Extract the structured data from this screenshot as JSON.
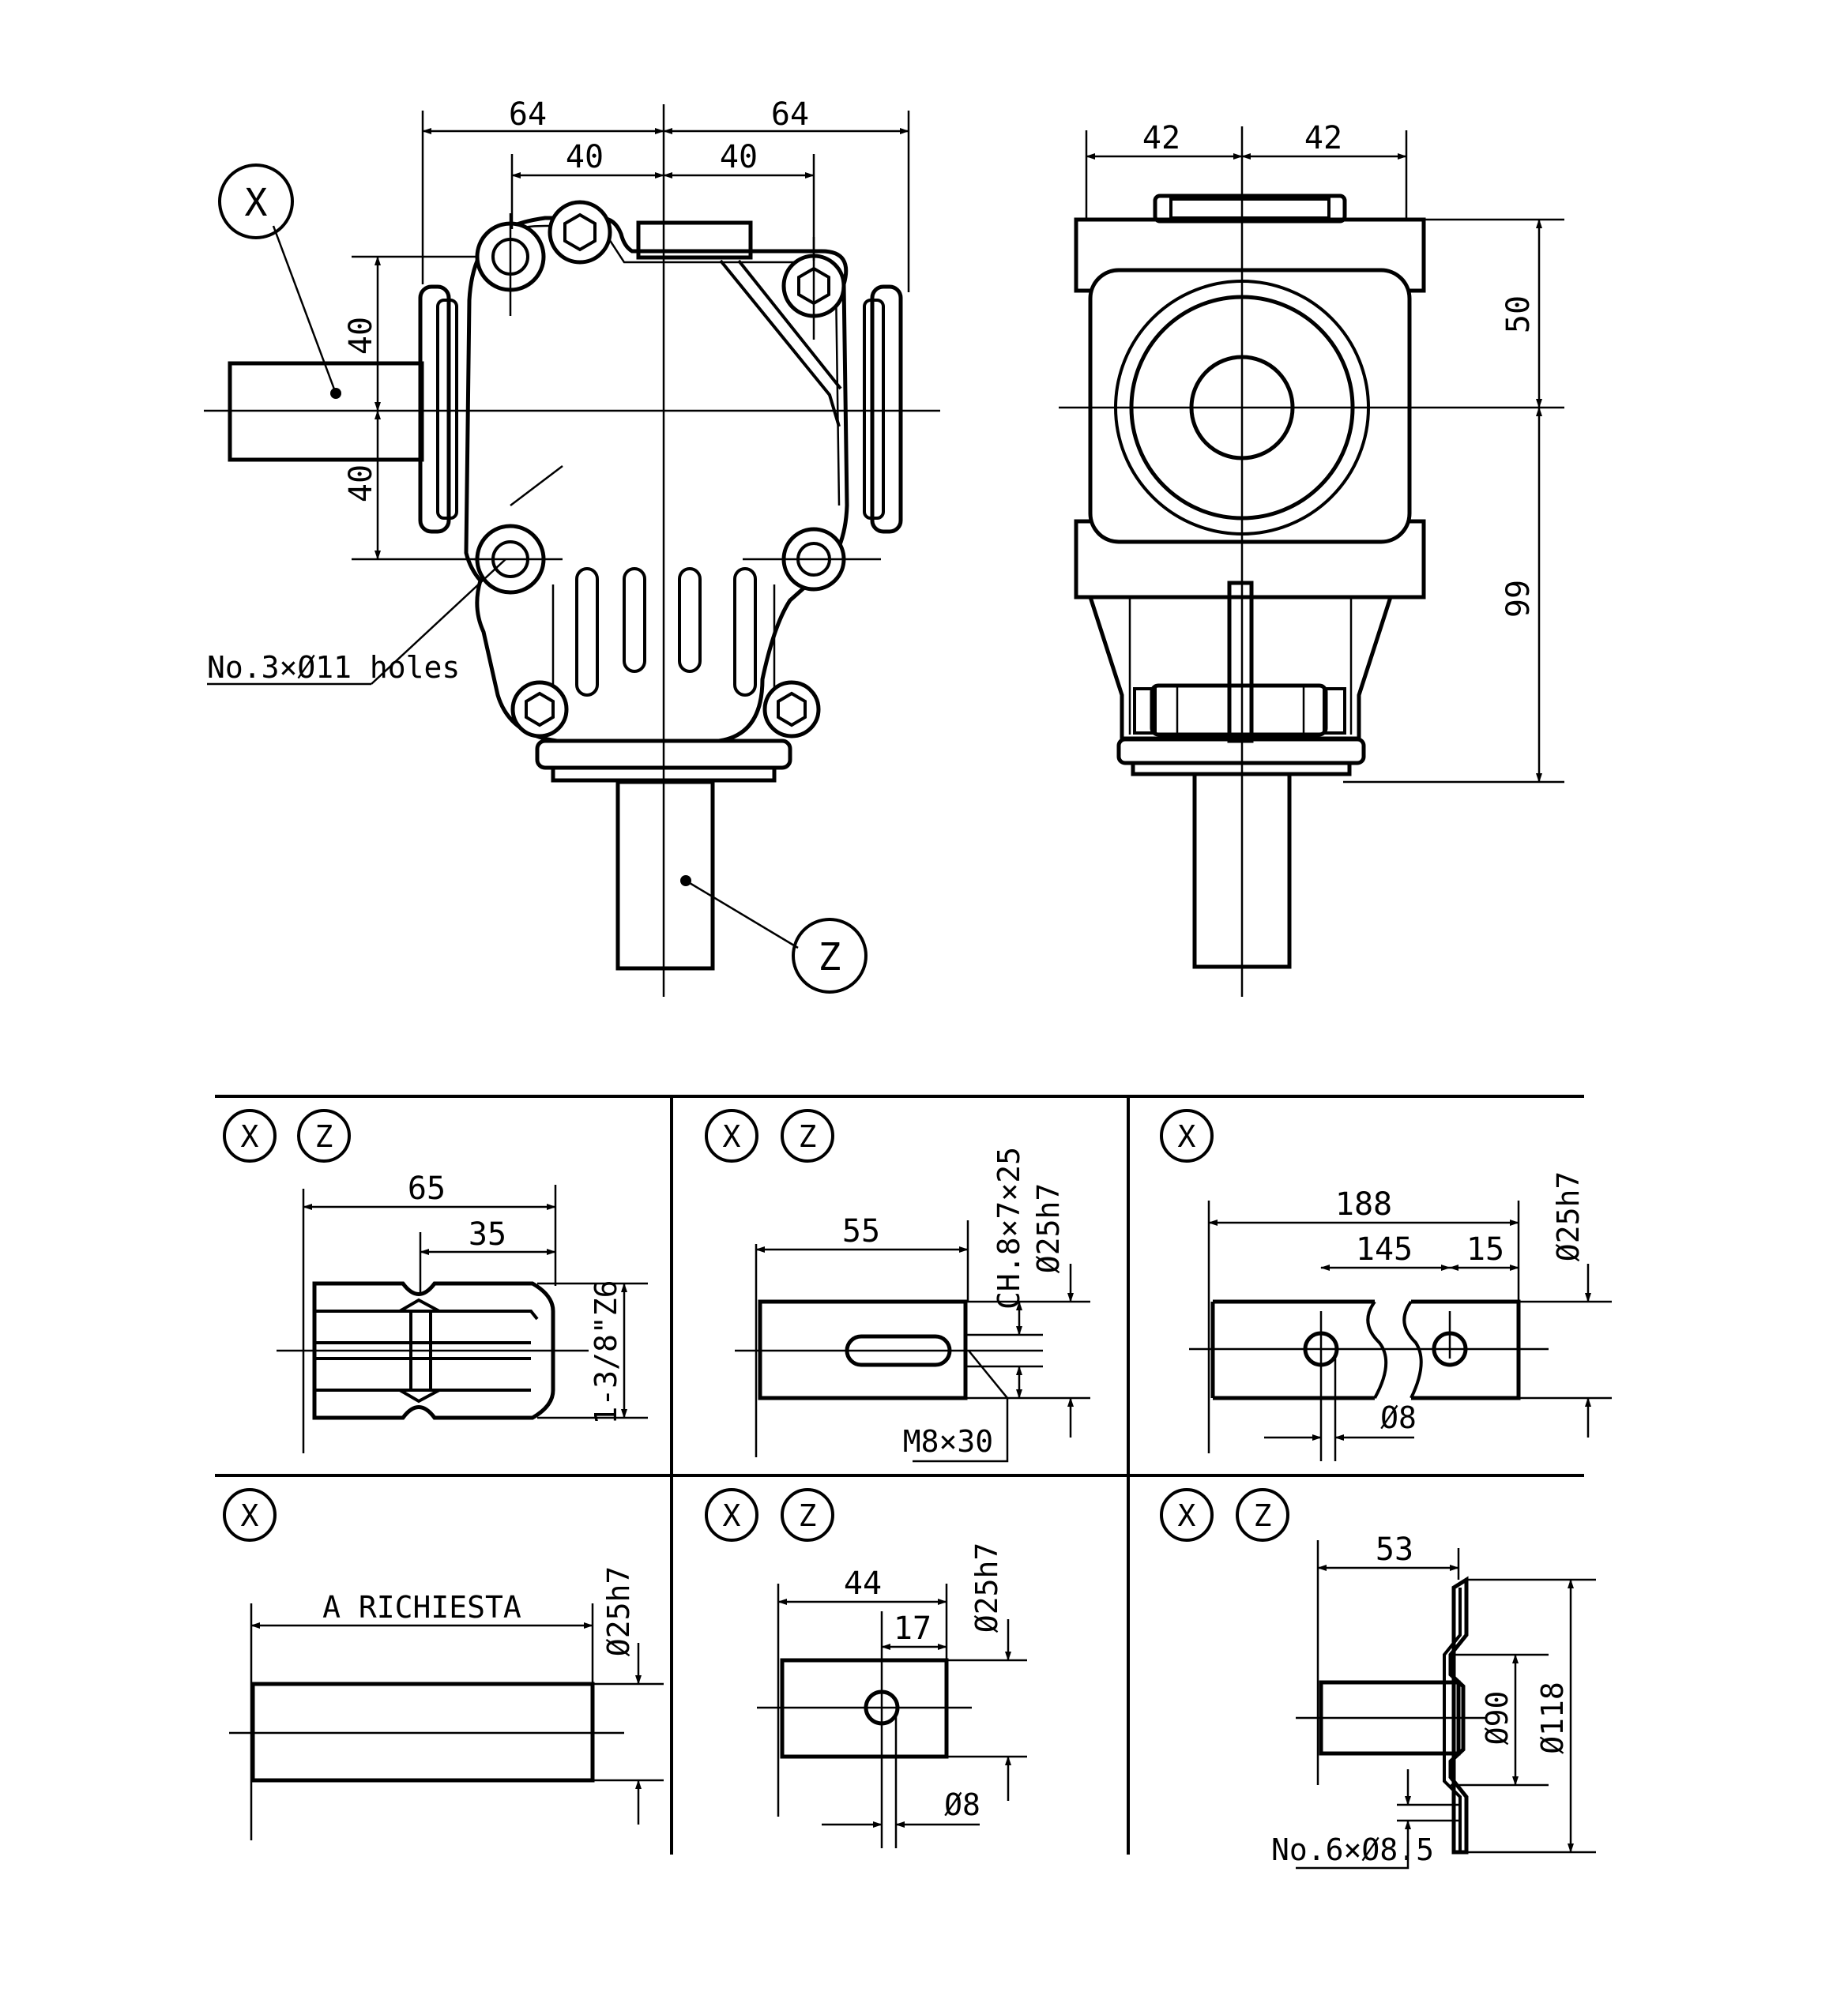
{
  "colors": {
    "ink": "#000000",
    "paper": "#ffffff"
  },
  "main": {
    "front": {
      "dim_64_left": "64",
      "dim_64_right": "64",
      "dim_40_left": "40",
      "dim_40_right": "40",
      "dim_40_upper": "40",
      "dim_40_lower": "40",
      "holes_note": "No.3×Ø11 holes",
      "tag_x": "X",
      "tag_z": "Z"
    },
    "side": {
      "dim_42_left": "42",
      "dim_42_right": "42",
      "dim_50": "50",
      "dim_99": "99"
    }
  },
  "details": {
    "spline": {
      "tags": [
        "X",
        "Z"
      ],
      "dim_65": "65",
      "dim_35": "35",
      "spline_spec": "1-3/8\"Z6"
    },
    "keyed": {
      "tags": [
        "X",
        "Z"
      ],
      "dim_55": "55",
      "key_spec": "CH.8×7×25",
      "dia": "Ø25h7",
      "thread": "M8×30"
    },
    "pinned_long": {
      "tags": [
        "X"
      ],
      "dim_188": "188",
      "dim_145": "145",
      "dim_15": "15",
      "dia": "Ø25h7",
      "pin": "Ø8"
    },
    "on_request": {
      "tags": [
        "X"
      ],
      "length": "A RICHIESTA",
      "dia": "Ø25h7"
    },
    "pinned_short": {
      "tags": [
        "X",
        "Z"
      ],
      "dim_44": "44",
      "dim_17": "17",
      "dia": "Ø25h7",
      "pin": "Ø8"
    },
    "flange": {
      "tags": [
        "X",
        "Z"
      ],
      "dim_53": "53",
      "dia_inner": "Ø90",
      "dia_outer": "Ø118",
      "holes": "No.6×Ø8.5"
    }
  }
}
